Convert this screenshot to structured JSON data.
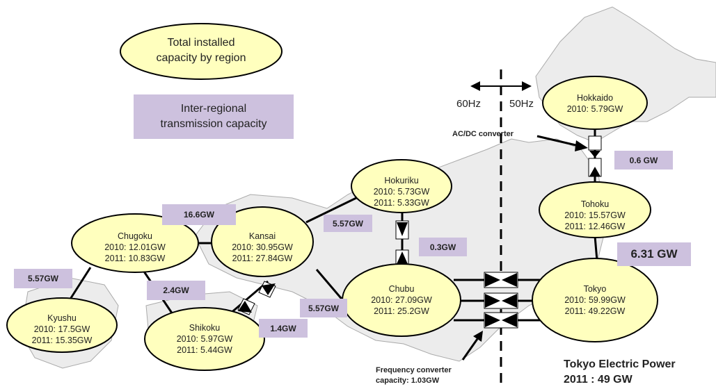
{
  "legend": {
    "ellipse_label": "Total installed\ncapacity by region",
    "rect_label": "Inter-regional\ntransmission capacity"
  },
  "frequency": {
    "left": "60Hz",
    "right": "50Hz"
  },
  "regions": [
    {
      "id": "hokkaido",
      "name": "Hokkaido",
      "y2010": "2010:  5.79GW",
      "y2011": ""
    },
    {
      "id": "tohoku",
      "name": "Tohoku",
      "y2010": "2010:  15.57GW",
      "y2011": "2011:  12.46GW"
    },
    {
      "id": "tokyo",
      "name": "Tokyo",
      "y2010": "2010:  59.99GW",
      "y2011": "2011:  49.22GW"
    },
    {
      "id": "hokuriku",
      "name": "Hokuriku",
      "y2010": "2010:  5.73GW",
      "y2011": "2011:  5.33GW"
    },
    {
      "id": "chubu",
      "name": "Chubu",
      "y2010": "2010:  27.09GW",
      "y2011": "2011:  25.2GW"
    },
    {
      "id": "kansai",
      "name": "Kansai",
      "y2010": "2010:  30.95GW",
      "y2011": "2011:  27.84GW"
    },
    {
      "id": "chugoku",
      "name": "Chugoku",
      "y2010": "2010:  12.01GW",
      "y2011": "2011:  10.83GW"
    },
    {
      "id": "shikoku",
      "name": "Shikoku",
      "y2010": "2010:  5.97GW",
      "y2011": "2011:  5.44GW"
    },
    {
      "id": "kyushu",
      "name": "Kyushu",
      "y2010": "2010:  17.5GW",
      "y2011": "2011:  15.35GW"
    }
  ],
  "links": [
    {
      "id": "hokkaido-tohoku",
      "value": "0.6 GW"
    },
    {
      "id": "tohoku-tokyo",
      "value": "6.31 GW"
    },
    {
      "id": "hokuriku-chubu",
      "value": "0.3GW"
    },
    {
      "id": "kansai-hokuriku",
      "value": "5.57GW"
    },
    {
      "id": "chugoku-kansai",
      "value": "16.6GW"
    },
    {
      "id": "chugoku-kyushu",
      "value": "5.57GW"
    },
    {
      "id": "chugoku-shikoku",
      "value": "2.4GW"
    },
    {
      "id": "kansai-shikoku",
      "value": "1.4GW"
    },
    {
      "id": "kansai-chubu",
      "value": "5.57GW"
    }
  ],
  "annotations": {
    "acdc": "AC/DC converter",
    "freq_converter": "Frequency converter\ncapacity: 1.03GW",
    "tepco_name": "Tokyo Electric Power",
    "tepco_value": "2011 : 49 GW"
  },
  "colors": {
    "ellipse_fill": "#ffffbe",
    "rect_fill": "#cdc1de",
    "line": "#000000",
    "map": "#e9e9e9"
  }
}
